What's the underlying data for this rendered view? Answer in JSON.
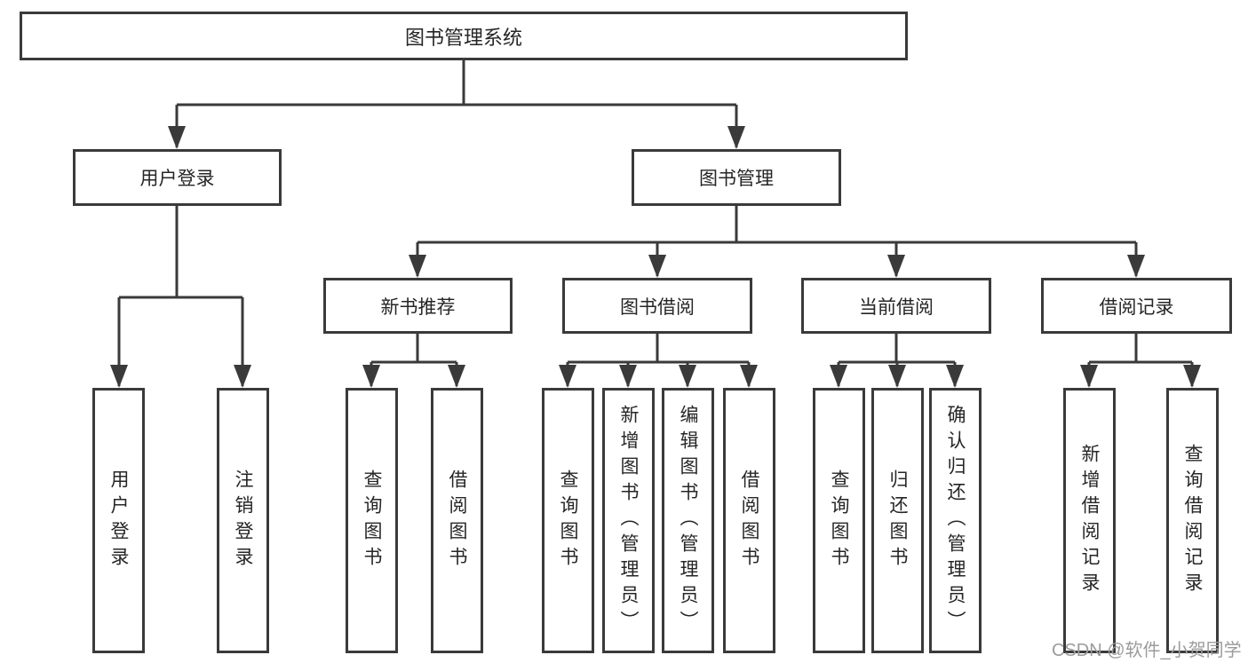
{
  "tree": {
    "root": "图书管理系统",
    "children": [
      {
        "label": "用户登录",
        "children": [
          "用户登录",
          "注销登录"
        ]
      },
      {
        "label": "图书管理",
        "children": [
          {
            "label": "新书推荐",
            "children": [
              "查询图书",
              "借阅图书"
            ]
          },
          {
            "label": "图书借阅",
            "children": [
              "查询图书",
              "新增图书（管理员）",
              "编辑图书（管理员）",
              "借阅图书"
            ]
          },
          {
            "label": "当前借阅",
            "children": [
              "查询图书",
              "归还图书",
              "确认归还（管理员）"
            ]
          },
          {
            "label": "借阅记录",
            "children": [
              "新增借阅记录",
              "查询借阅记录"
            ]
          }
        ]
      }
    ]
  },
  "watermark": {
    "text": "CSDN @软件_小贺同学"
  },
  "colors": {
    "line": "#3a3a3a",
    "text": "#262626",
    "watermark": "#9b9b9b",
    "background": "#ffffff"
  }
}
